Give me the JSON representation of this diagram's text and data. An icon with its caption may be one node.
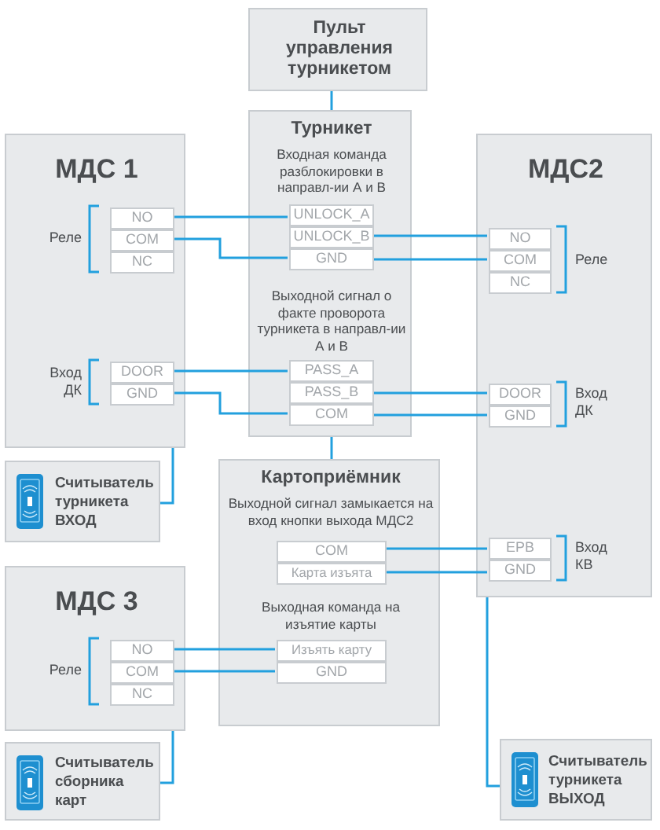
{
  "diagram": {
    "nodes": [
      {
        "text": [
          "Пульт управления турникетом"
        ]
      },
      {
        "text": [
          "Турникет",
          "Входная команда разблокировки в направл-ии А и В",
          "Выходной сигнал о факте проворота турникета в направл-ии А и В"
        ]
      },
      {
        "text": [
          "UNLOCK_A"
        ],
        "in": 1
      },
      {
        "text": [
          "UNLOCK_B"
        ],
        "in": 1
      },
      {
        "text": [
          "GND"
        ],
        "in": 1
      },
      {
        "text": [
          "PASS_A"
        ],
        "in": 1
      },
      {
        "text": [
          "PASS_B"
        ],
        "in": 1
      },
      {
        "text": [
          "COM"
        ],
        "in": 1
      },
      {
        "text": [
          "МДС 1"
        ]
      },
      {
        "text": [
          "NO"
        ],
        "in": 8
      },
      {
        "text": [
          "COM"
        ],
        "in": 8
      },
      {
        "text": [
          "NC"
        ],
        "in": 8
      },
      {
        "text": [
          "DOOR"
        ],
        "in": 8
      },
      {
        "text": [
          "GND"
        ],
        "in": 8
      },
      {
        "text": [
          "Считыватель турникета ВХОД"
        ]
      },
      {
        "text": [
          "МДС2"
        ]
      },
      {
        "text": [
          "NO"
        ],
        "in": 15
      },
      {
        "text": [
          "COM"
        ],
        "in": 15
      },
      {
        "text": [
          "NC"
        ],
        "in": 15
      },
      {
        "text": [
          "DOOR"
        ],
        "in": 15
      },
      {
        "text": [
          "GND"
        ],
        "in": 15
      },
      {
        "text": [
          "EPB"
        ],
        "in": 15
      },
      {
        "text": [
          "GND"
        ],
        "in": 15
      },
      {
        "text": [
          "Картоприёмник",
          "Выходной сигнал замыкается на вход кнопки выхода МДС2",
          "Выходная команда на изъятие карты"
        ]
      },
      {
        "text": [
          "COM"
        ],
        "in": 23
      },
      {
        "text": [
          "Карта изъята"
        ],
        "in": 23
      },
      {
        "text": [
          "Изъять карту"
        ],
        "in": 23
      },
      {
        "text": [
          "GND"
        ],
        "in": 23
      },
      {
        "text": [
          "МДС 3"
        ]
      },
      {
        "text": [
          "NO"
        ],
        "in": 28
      },
      {
        "text": [
          "COM"
        ],
        "in": 28
      },
      {
        "text": [
          "NC"
        ],
        "in": 28
      },
      {
        "text": [
          "Считыватель сборника карт"
        ]
      },
      {
        "text": [
          "Считыватель турникета ВЫХОД"
        ]
      }
    ],
    "edges": [
      {
        "from": 0,
        "to": 1,
        "arrow": "none"
      },
      {
        "from": 2,
        "to": 9,
        "arrow": "none"
      },
      {
        "from": 10,
        "to": 4,
        "arrow": "none"
      },
      {
        "from": 3,
        "to": 16,
        "arrow": "none"
      },
      {
        "from": 4,
        "to": 17,
        "arrow": "none"
      },
      {
        "from": 5,
        "to": 12,
        "arrow": "none"
      },
      {
        "from": 13,
        "to": 7,
        "arrow": "none"
      },
      {
        "from": 6,
        "to": 19,
        "arrow": "none"
      },
      {
        "from": 7,
        "to": 20,
        "arrow": "none"
      },
      {
        "from": 1,
        "to": 23,
        "arrow": "none"
      },
      {
        "from": 24,
        "to": 21,
        "arrow": "none"
      },
      {
        "from": 25,
        "to": 22,
        "arrow": "none"
      },
      {
        "from": 29,
        "to": 26,
        "arrow": "none"
      },
      {
        "from": 30,
        "to": 27,
        "arrow": "none"
      },
      {
        "from": 8,
        "to": 14,
        "arrow": "none"
      },
      {
        "from": 28,
        "to": 32,
        "arrow": "none"
      },
      {
        "from": 15,
        "to": 33,
        "arrow": "none"
      }
    ],
    "labels": [
      "Реле",
      "Реле",
      "Вход ДК",
      "Вход ДК",
      "Вход КВ",
      "Реле"
    ]
  }
}
